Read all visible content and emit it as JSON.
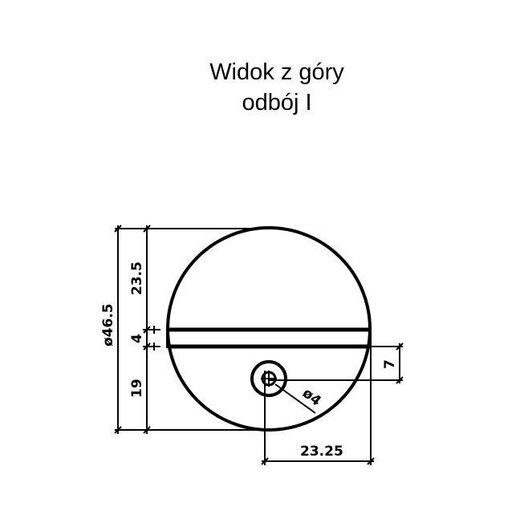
{
  "title": {
    "line1": "Widok z góry",
    "line2": "odbój I"
  },
  "dimensions": {
    "overall_diameter": "ø46.5",
    "upper_height": "23.5",
    "slot_width": "4",
    "lower_height": "19",
    "hole_offset_vertical": "7",
    "hole_diameter": "ø4",
    "hole_offset_horizontal": "23.25"
  },
  "colors": {
    "line": "#000000",
    "background": "#ffffff"
  }
}
